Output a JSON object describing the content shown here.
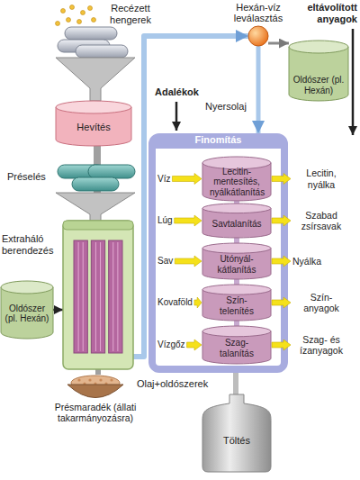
{
  "diagram": {
    "nodes": [
      {
        "text": [
          "Hevítés"
        ]
      },
      {
        "text": [
          "Oldószer (pl. Hexán)"
        ]
      },
      {
        "text": [
          "Extraháló berendezés"
        ]
      },
      {
        "text": [
          "Présmaradék (állati takarmányozásra)"
        ]
      },
      {
        "text": [
          "Hexán-víz leválasztás"
        ]
      },
      {
        "text": [
          "Oldószer (pl. Hexán)"
        ]
      },
      {
        "text": [
          "Finomítás"
        ]
      },
      {
        "text": [
          "Lecitin- mentesítés, nyálkátlanítás"
        ],
        "in": 6
      },
      {
        "text": [
          "Savtalanítás"
        ],
        "in": 6
      },
      {
        "text": [
          "Utónyál- kátlanítás"
        ],
        "in": 6
      },
      {
        "text": [
          "Szín- telenítés"
        ],
        "in": 6
      },
      {
        "text": [
          "Szag- talanítás"
        ],
        "in": 6
      },
      {
        "text": [
          "Töltés"
        ]
      }
    ],
    "edges": [
      {
        "from": 0,
        "to": 2,
        "arrow": "none"
      },
      {
        "from": 1,
        "to": 2,
        "arrow": "to"
      },
      {
        "from": 2,
        "to": 3,
        "arrow": "none"
      },
      {
        "from": 2,
        "to": 4,
        "label": "Olaj+oldószerek",
        "arrow": "to"
      },
      {
        "from": 4,
        "to": 5,
        "arrow": "to"
      },
      {
        "from": 4,
        "to": 6,
        "label": "Nyersolaj",
        "arrow": "to"
      },
      {
        "from": 7,
        "to": 8,
        "arrow": "none"
      },
      {
        "from": 8,
        "to": 9,
        "arrow": "none"
      },
      {
        "from": 9,
        "to": 10,
        "arrow": "none"
      },
      {
        "from": 10,
        "to": 11,
        "arrow": "none"
      },
      {
        "from": 6,
        "to": 12,
        "arrow": "none"
      }
    ],
    "labels": [
      "Recézett hengerek",
      "Préselés",
      "eltávolított anyagok",
      "Adalékok",
      "Víz",
      "Lúg",
      "Sav",
      "Kovaföld",
      "Vízgőz",
      "Lecitin, nyálka",
      "Szabad zsírsavak",
      "Nyálka",
      "Szín- anyagok",
      "Szag- és ízanyagok"
    ]
  }
}
